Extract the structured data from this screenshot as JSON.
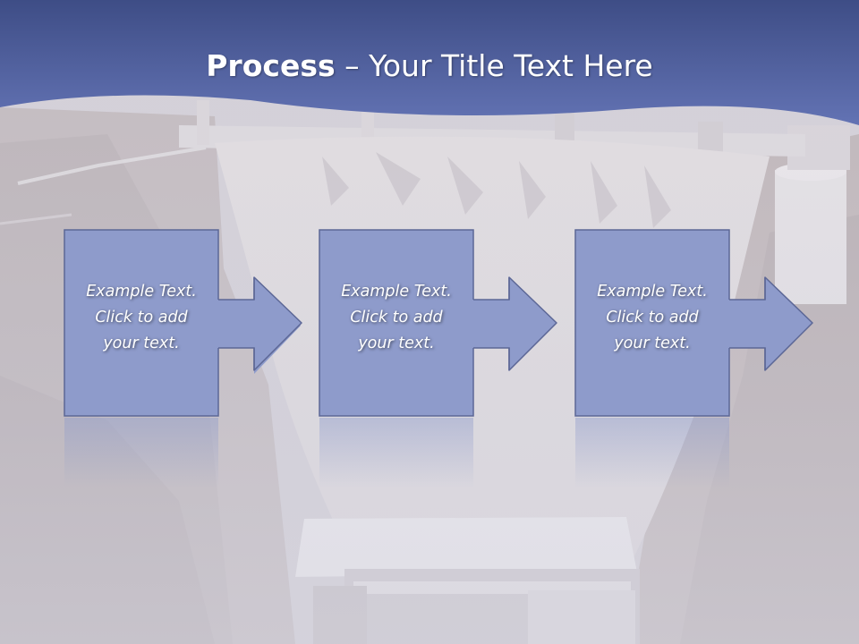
{
  "slide": {
    "title_bold": "Process",
    "title_rest": " – Your Title Text Here"
  },
  "steps": [
    {
      "line1": "Example Text.",
      "line2": "Click  to add",
      "line3": "your text."
    },
    {
      "line1": "Example Text.",
      "line2": "Click  to add",
      "line3": "your text."
    },
    {
      "line1": "Example Text.",
      "line2": "Click  to add",
      "line3": "your text."
    }
  ],
  "colors": {
    "header_top": "#3e4d86",
    "header_bottom": "#6272b3",
    "box_fill": "#8e9bcb",
    "box_stroke": "#5c6796",
    "background": "#d8d7e0",
    "rock": "#b3a8ab",
    "concrete": "#e2dde0"
  }
}
